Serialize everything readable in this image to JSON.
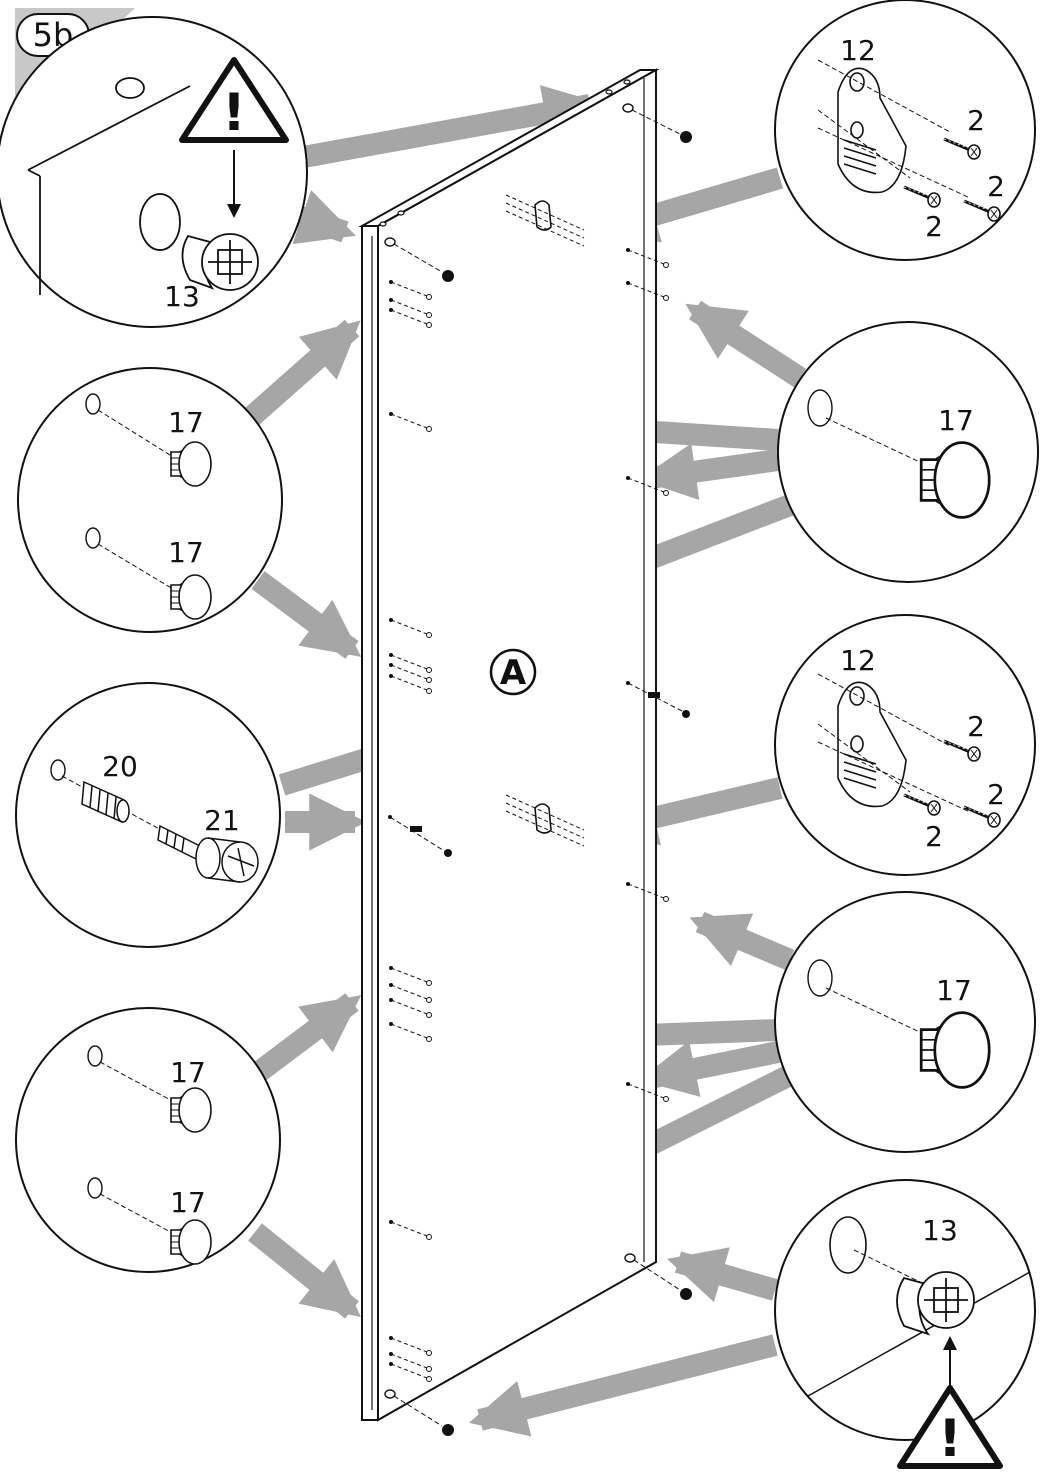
{
  "step": {
    "number": "5b"
  },
  "panel": {
    "label": "A"
  },
  "parts": {
    "screw": "2",
    "bracket": "12",
    "cam_lock": "13",
    "cap": "17",
    "dowel": "20",
    "cam_bolt": "21"
  },
  "warning": {
    "symbol": "!"
  },
  "colors": {
    "arrow": "#a6a6a6",
    "line": "#111111",
    "tab": "#c8c8c8"
  }
}
